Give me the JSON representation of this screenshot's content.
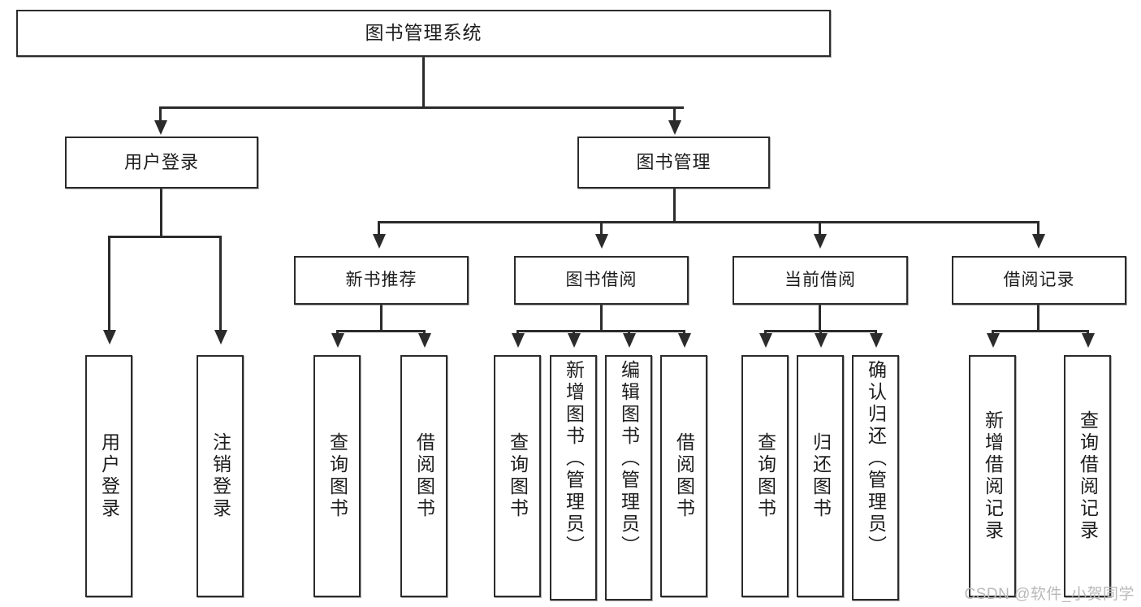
{
  "diagram": {
    "title": "图书管理系统",
    "type": "functional-structure-tree",
    "watermark": "CSDN @软件_小贺同学",
    "colors": {
      "stroke": "#2b2b2b",
      "fill": "#ffffff",
      "text": "#1d1d1d",
      "watermark": "#b9b9b9"
    },
    "root": {
      "label": "图书管理系统"
    },
    "level2": [
      {
        "label": "用户登录"
      },
      {
        "label": "图书管理"
      }
    ],
    "level3": [
      {
        "label": "新书推荐"
      },
      {
        "label": "图书借阅"
      },
      {
        "label": "当前借阅"
      },
      {
        "label": "借阅记录"
      }
    ],
    "leaves": {
      "user_login": [
        {
          "label": "用户登录"
        },
        {
          "label": "注销登录"
        }
      ],
      "new_book_recommend": [
        {
          "label": "查询图书"
        },
        {
          "label": "借阅图书"
        }
      ],
      "book_borrow": [
        {
          "label": "查询图书"
        },
        {
          "label": "新增图书（管理员）"
        },
        {
          "label": "编辑图书（管理员）"
        },
        {
          "label": "借阅图书"
        }
      ],
      "current_borrow": [
        {
          "label": "查询图书"
        },
        {
          "label": "归还图书"
        },
        {
          "label": "确认归还（管理员）"
        }
      ],
      "borrow_record": [
        {
          "label": "新增借阅记录"
        },
        {
          "label": "查询借阅记录"
        }
      ]
    }
  }
}
